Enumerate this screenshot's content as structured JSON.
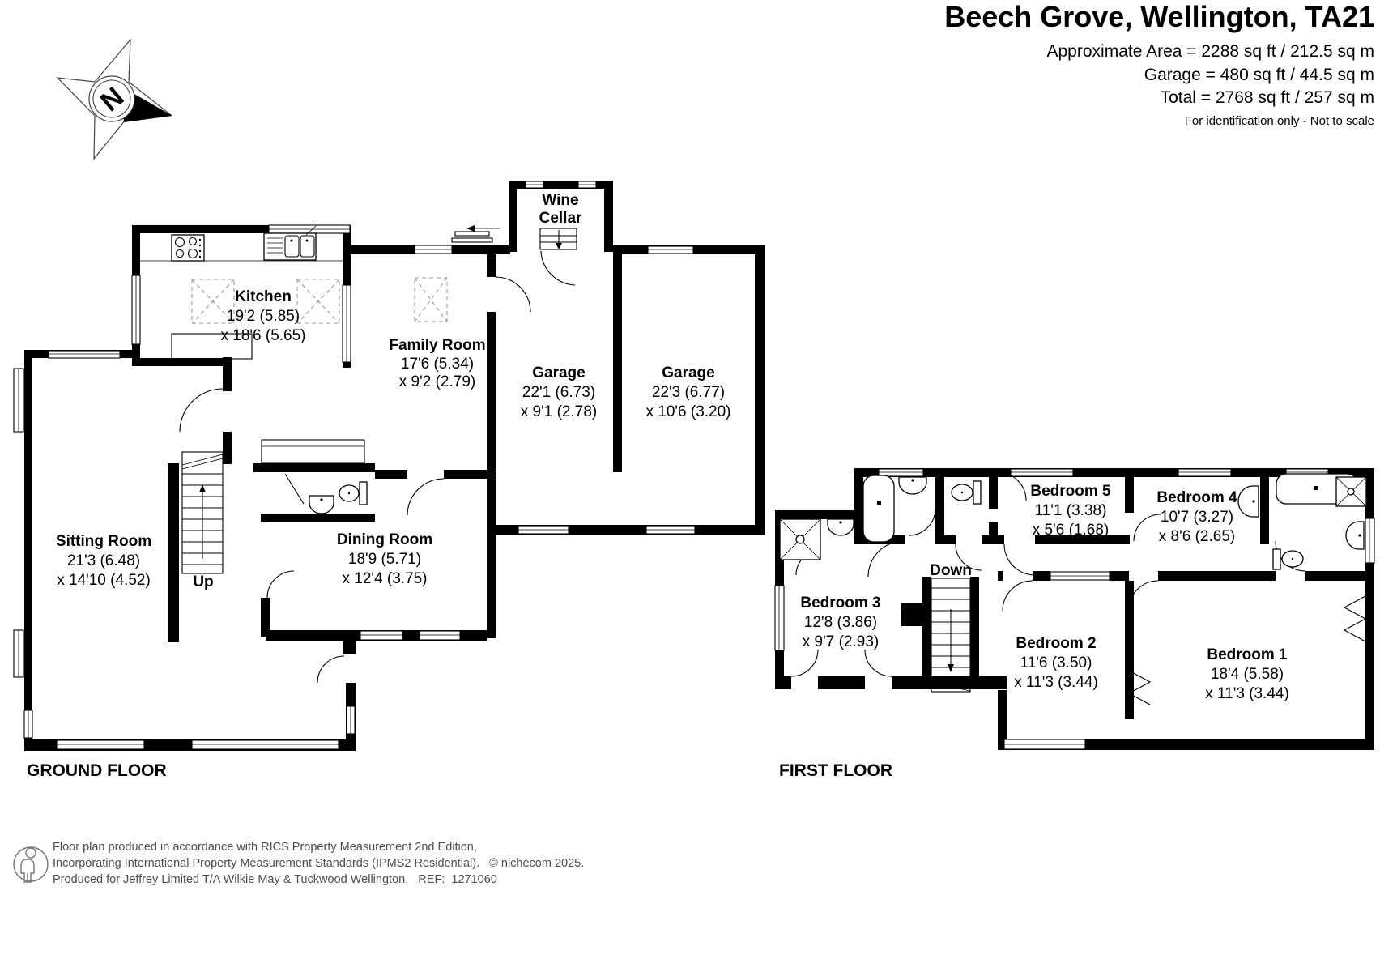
{
  "header": {
    "title": "Beech Grove, Wellington, TA21",
    "area_line1": "Approximate Area = 2288 sq ft / 212.5 sq m",
    "area_line2": "Garage = 480 sq ft / 44.5 sq m",
    "area_line3": "Total = 2768 sq ft / 257 sq m",
    "note": "For identification only - Not to scale"
  },
  "compass": {
    "north_label": "N"
  },
  "ground_floor": {
    "label": "GROUND FLOOR",
    "stairs_label": "Up",
    "rooms": {
      "kitchen": {
        "name": "Kitchen",
        "dim1": "19'2 (5.85)",
        "dim2": "x 18'6 (5.65)"
      },
      "family_room": {
        "name": "Family Room",
        "dim1": "17'6 (5.34)",
        "dim2": "x 9'2 (2.79)"
      },
      "wine_cellar": {
        "name1": "Wine",
        "name2": "Cellar"
      },
      "garage_left": {
        "name": "Garage",
        "dim1": "22'1 (6.73)",
        "dim2": "x 9'1 (2.78)"
      },
      "garage_right": {
        "name": "Garage",
        "dim1": "22'3 (6.77)",
        "dim2": "x 10'6 (3.20)"
      },
      "sitting_room": {
        "name": "Sitting Room",
        "dim1": "21'3 (6.48)",
        "dim2": "x 14'10 (4.52)"
      },
      "dining_room": {
        "name": "Dining Room",
        "dim1": "18'9 (5.71)",
        "dim2": "x 12'4 (3.75)"
      }
    }
  },
  "first_floor": {
    "label": "FIRST FLOOR",
    "stairs_label": "Down",
    "rooms": {
      "bedroom_5": {
        "name": "Bedroom 5",
        "dim1": "11'1 (3.38)",
        "dim2": "x 5'6 (1.68)"
      },
      "bedroom_4": {
        "name": "Bedroom 4",
        "dim1": "10'7 (3.27)",
        "dim2": "x 8'6 (2.65)"
      },
      "bedroom_3": {
        "name": "Bedroom 3",
        "dim1": "12'8 (3.86)",
        "dim2": "x 9'7 (2.93)"
      },
      "bedroom_2": {
        "name": "Bedroom 2",
        "dim1": "11'6 (3.50)",
        "dim2": "x 11'3 (3.44)"
      },
      "bedroom_1": {
        "name": "Bedroom 1",
        "dim1": "18'4 (5.58)",
        "dim2": "x 11'3 (3.44)"
      }
    }
  },
  "footer": {
    "line1": "Floor plan produced in accordance with RICS Property Measurement 2nd Edition,",
    "line2": "Incorporating International Property Measurement Standards (IPMS2 Residential).   © nichecom 2025.",
    "line3": "Produced for Jeffrey Limited T/A Wilkie May & Tuckwood Wellington.   REF:  1271060"
  }
}
